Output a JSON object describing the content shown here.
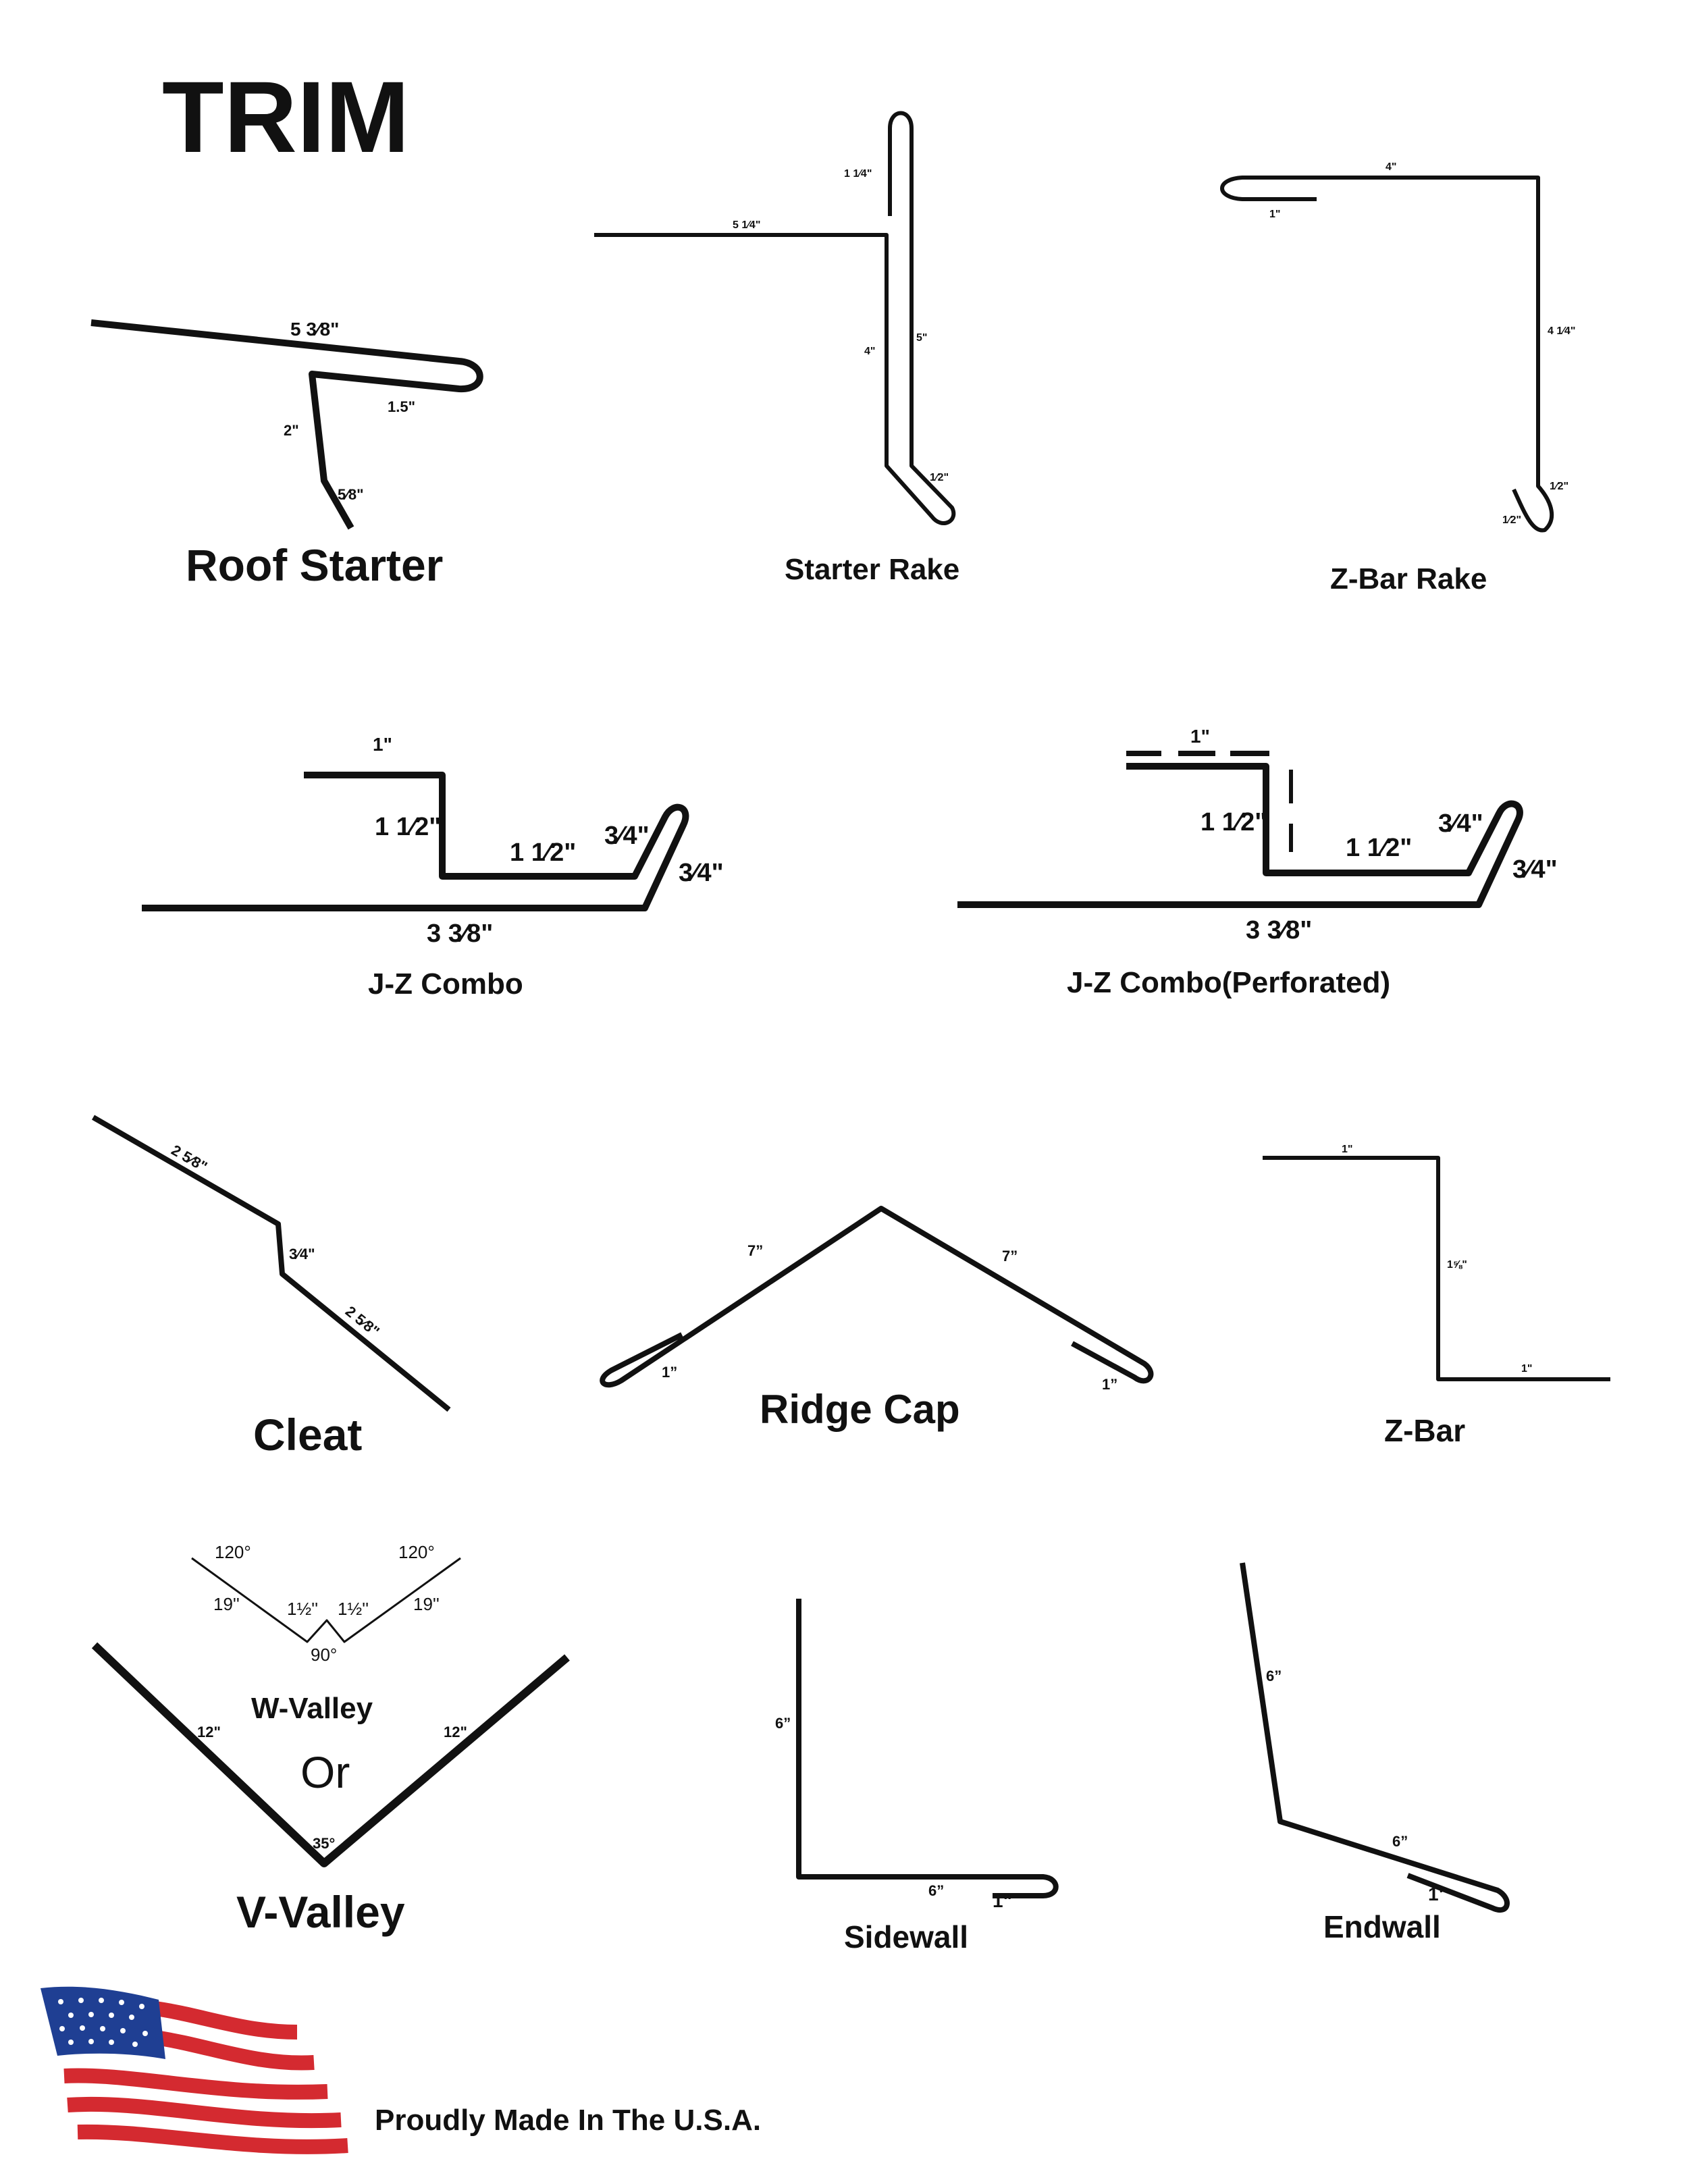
{
  "page_title": "TRIM",
  "footer_text": "Proudly Made In The U.S.A.",
  "colors": {
    "ink": "#111111",
    "flag_red": "#d42a30",
    "flag_blue": "#1f3f93",
    "flag_white": "#ffffff"
  },
  "flag_icon": "american-flag-icon",
  "profiles": {
    "roof_starter": {
      "name": "Roof Starter",
      "dims": [
        "5 3⁄8\"",
        "1.5\"",
        "2\"",
        "5⁄8\""
      ]
    },
    "starter_rake": {
      "name": "Starter Rake",
      "dims": [
        "1 1⁄4\"",
        "5 1⁄4\"",
        "4\"",
        "5\"",
        "1⁄2\""
      ]
    },
    "z_bar_rake": {
      "name": "Z-Bar Rake",
      "dims": [
        "4\"",
        "1\"",
        "4 1⁄4\"",
        "1⁄2\"",
        "1⁄2\""
      ]
    },
    "jz_combo": {
      "name": "J-Z Combo",
      "dims": [
        "1\"",
        "1 1⁄2\"",
        "1 1⁄2\"",
        "3⁄4\"",
        "3⁄4\"",
        "3 3⁄8\""
      ]
    },
    "jz_combo_perforated": {
      "name": "J-Z Combo(Perforated)",
      "dims": [
        "1\"",
        "1 1⁄2\"",
        "1 1⁄2\"",
        "3⁄4\"",
        "3⁄4\"",
        "3 3⁄8\""
      ]
    },
    "cleat": {
      "name": "Cleat",
      "dims": [
        "2 5⁄8\"",
        "3⁄4\"",
        "2 5⁄8\""
      ]
    },
    "ridge_cap": {
      "name": "Ridge Cap",
      "dims": [
        "7”",
        "7”",
        "1”",
        "1”"
      ]
    },
    "z_bar": {
      "name": "Z-Bar",
      "dims": [
        "1\"",
        "1⅝\"",
        "1\""
      ]
    },
    "w_valley": {
      "name": "W-Valley",
      "dims": [
        "120°",
        "120°",
        "19''",
        "1½''",
        "1½''",
        "19''",
        "90°"
      ]
    },
    "or_text": "Or",
    "v_valley": {
      "name": "V-Valley",
      "dims": [
        "12\"",
        "12\"",
        "35°"
      ]
    },
    "sidewall": {
      "name": "Sidewall",
      "dims": [
        "6”",
        "6”",
        "1\""
      ]
    },
    "endwall": {
      "name": "Endwall",
      "dims": [
        "6”",
        "6”",
        "1\""
      ]
    }
  }
}
